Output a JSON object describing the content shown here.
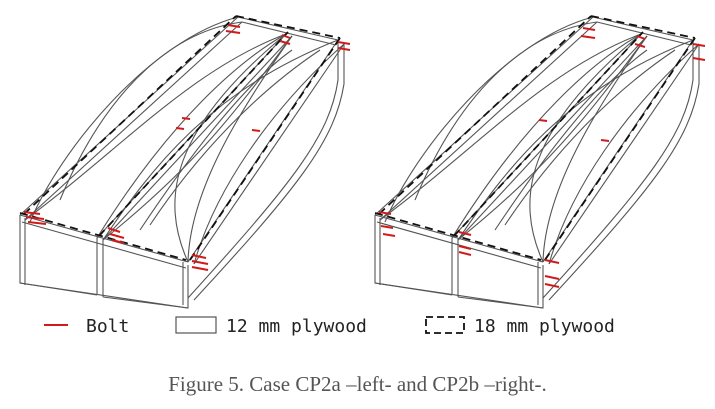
{
  "legend": {
    "bolt": "Bolt",
    "ply12": "12 mm plywood",
    "ply18": "18 mm plywood"
  },
  "caption": "Figure 5. Case CP2a –left- and CP2b –right-.",
  "colors": {
    "bolt": "#d11a1a",
    "line": "#444444",
    "dashed": "#111111"
  }
}
